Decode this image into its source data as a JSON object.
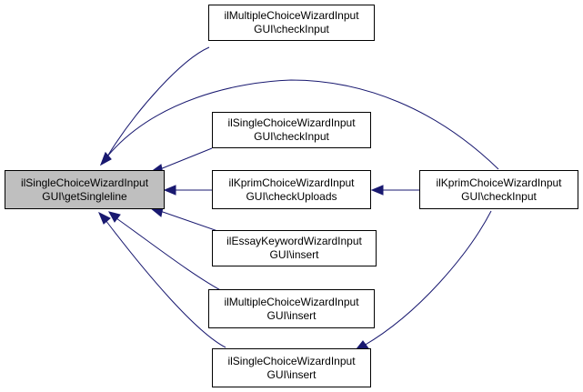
{
  "colors": {
    "edge": "#191970",
    "root_fill": "#bfbfbf",
    "node_fill": "#ffffff",
    "border": "#000000"
  },
  "nodes": {
    "root": {
      "line1": "ilSingleChoiceWizardInput",
      "line2": "GUI\\getSingleline"
    },
    "mc_check": {
      "line1": "ilMultipleChoiceWizardInput",
      "line2": "GUI\\checkInput"
    },
    "sc_check": {
      "line1": "ilSingleChoiceWizardInput",
      "line2": "GUI\\checkInput"
    },
    "kp_uploads": {
      "line1": "ilKprimChoiceWizardInput",
      "line2": "GUI\\checkUploads"
    },
    "kp_check": {
      "line1": "ilKprimChoiceWizardInput",
      "line2": "GUI\\checkInput"
    },
    "essay_insert": {
      "line1": "ilEssayKeywordWizardInput",
      "line2": "GUI\\insert"
    },
    "mc_insert": {
      "line1": "ilMultipleChoiceWizardInput",
      "line2": "GUI\\insert"
    },
    "sc_insert": {
      "line1": "ilSingleChoiceWizardInput",
      "line2": "GUI\\insert"
    }
  }
}
